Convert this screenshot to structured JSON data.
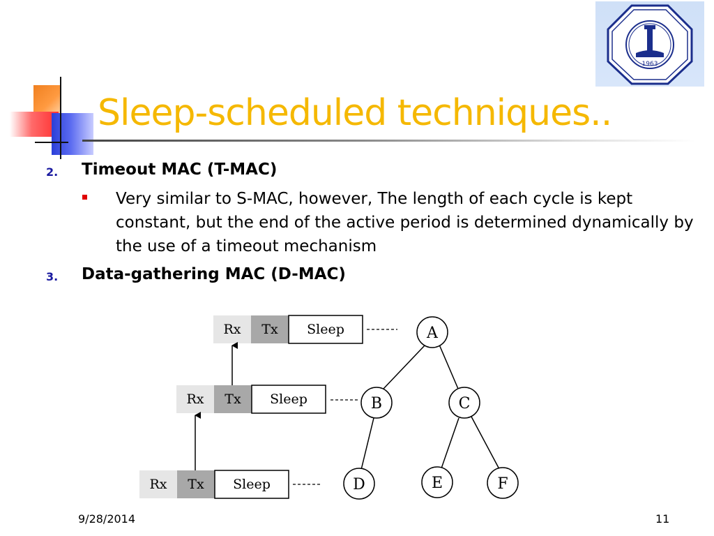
{
  "slide": {
    "title": "Sleep-scheduled techniques..",
    "items": [
      {
        "number": "2.",
        "label": "Timeout MAC (T-MAC)"
      },
      {
        "number": "3.",
        "label": "Data-gathering MAC (D-MAC)"
      }
    ],
    "sub_bullet": "Very similar to S-MAC, however, The length of each cycle is kept constant, but the end of the active period is determined dynamically by the use of a timeout mechanism",
    "diagram": {
      "slots": [
        {
          "rx": "Rx",
          "tx": "Tx",
          "sleep": "Sleep"
        },
        {
          "rx": "Rx",
          "tx": "Tx",
          "sleep": "Sleep"
        },
        {
          "rx": "Rx",
          "tx": "Tx",
          "sleep": "Sleep"
        }
      ],
      "nodes": [
        "A",
        "B",
        "C",
        "D",
        "E",
        "F"
      ]
    },
    "footer": {
      "date": "9/28/2014",
      "page": "11"
    },
    "colors": {
      "title": "#f5b800",
      "number": "#1a1aa0",
      "bullet": "#e00000"
    },
    "logo": {
      "year": "1963"
    }
  }
}
